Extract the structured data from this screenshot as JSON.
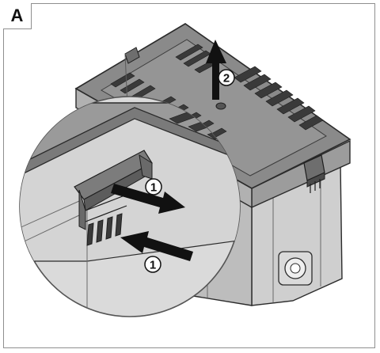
{
  "figure": {
    "panel_label": "A",
    "callouts": [
      {
        "id": "lift",
        "number": "2"
      },
      {
        "id": "release-top",
        "number": "1"
      },
      {
        "id": "release-bottom",
        "number": "1"
      }
    ],
    "colors": {
      "frame": "#8f8f8f",
      "housing_top": "#8a8a8a",
      "housing_side": "#b4b4b4",
      "housing_front": "#c9c9c9",
      "slots": "#3a3a3a",
      "magnifier_fill": "#d9d9d9",
      "arrow": "#111111"
    }
  }
}
